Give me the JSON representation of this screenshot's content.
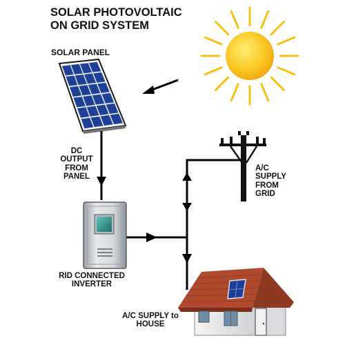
{
  "title": "SOLAR PHOTOVOLTAIC\nON GRID SYSTEM",
  "labels": {
    "solar_panel": "SOLAR PANEL",
    "dc_output": "DC\nOUTPUT\nFROM\nPANEL",
    "inverter": "RID CONNECTED\nINVERTER",
    "grid_supply": "A/C\nSUPPLY\nFROM\nGRID",
    "house_supply": "A/C SUPPLY to\nHOUSE"
  },
  "colors": {
    "sun": "#F7C21B",
    "sun_rays": "#F6C014",
    "panel_cells": "#1F3F97",
    "roof": "#B04A2E",
    "house_wall": "#E6E7E9",
    "inverter_body": "#C9CCD1",
    "inverter_screen": "#2E8C86",
    "wire": "#000000"
  },
  "icons": [
    "sun-icon",
    "arrow-icon",
    "solar-panel-icon",
    "inverter-icon",
    "utility-pole-icon",
    "house-icon"
  ]
}
